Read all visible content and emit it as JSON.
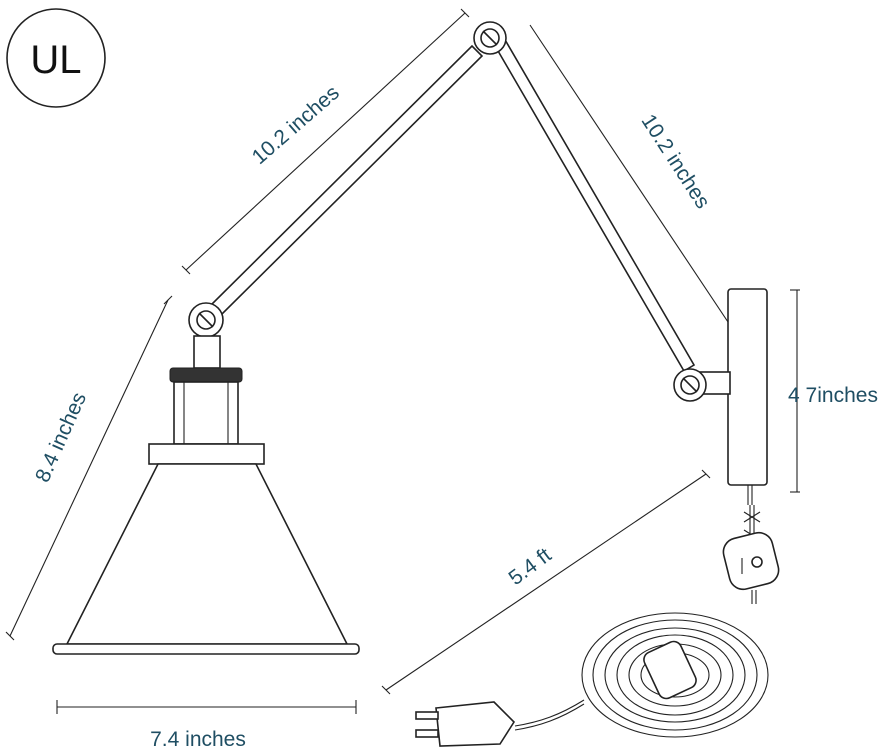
{
  "badge": {
    "text": "UL"
  },
  "dimensions": {
    "arm_upper": "10.2 inches",
    "arm_lower": "10.2 inches",
    "shade_height": "8.4 inches",
    "shade_width": "7.4 inches",
    "backplate_height": "4 7inches",
    "cord_length": "5.4 ft"
  }
}
